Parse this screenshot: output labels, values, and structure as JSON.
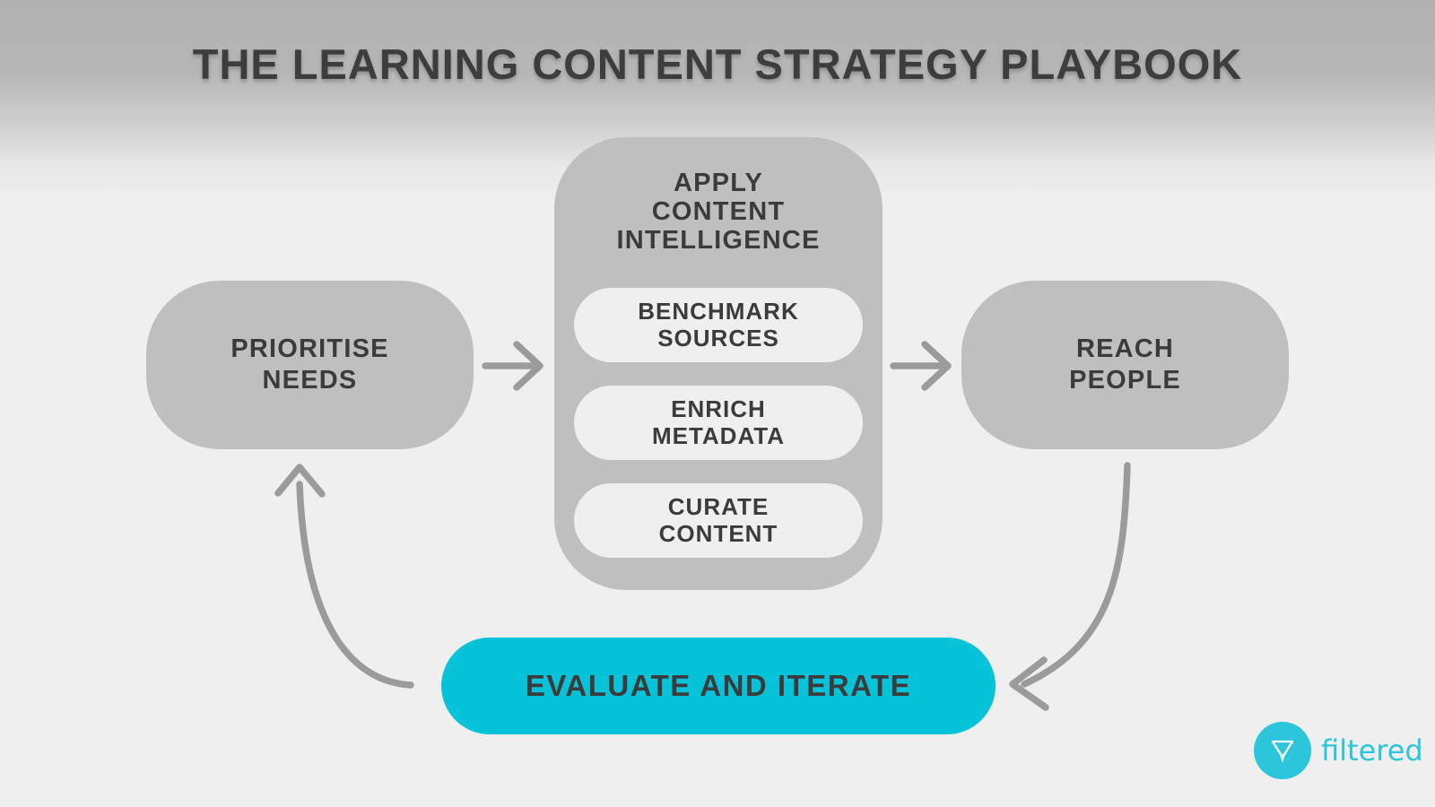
{
  "header": {
    "title": "THE LEARNING CONTENT STRATEGY PLAYBOOK"
  },
  "flow": {
    "prioritise": {
      "label": "PRIORITISE\nNEEDS"
    },
    "apply": {
      "title": "APPLY\nCONTENT\nINTELLIGENCE",
      "items": [
        "BENCHMARK\nSOURCES",
        "ENRICH\nMETADATA",
        "CURATE\nCONTENT"
      ]
    },
    "reach": {
      "label": "REACH\nPEOPLE"
    },
    "evaluate": {
      "label": "EVALUATE AND ITERATE"
    }
  },
  "arrows": {
    "prioritise_to_apply": "arrow-right-icon",
    "apply_to_reach": "arrow-right-icon",
    "reach_to_evaluate": "curved-arrow-left-icon",
    "evaluate_to_prioritise": "curved-arrow-up-icon"
  },
  "footer": {
    "brand": "filtered",
    "logo_icon": "funnel-icon"
  },
  "colors": {
    "accent_cyan": "#07c3da",
    "logo_cyan": "#2bc6dc",
    "node_gray": "#bfbfbf",
    "pill_light": "#efefef",
    "arrow_gray": "#9b9b9b",
    "text_dark": "#3b3b3b",
    "background_top": "#b0b0b0",
    "background_bottom": "#efefef"
  }
}
